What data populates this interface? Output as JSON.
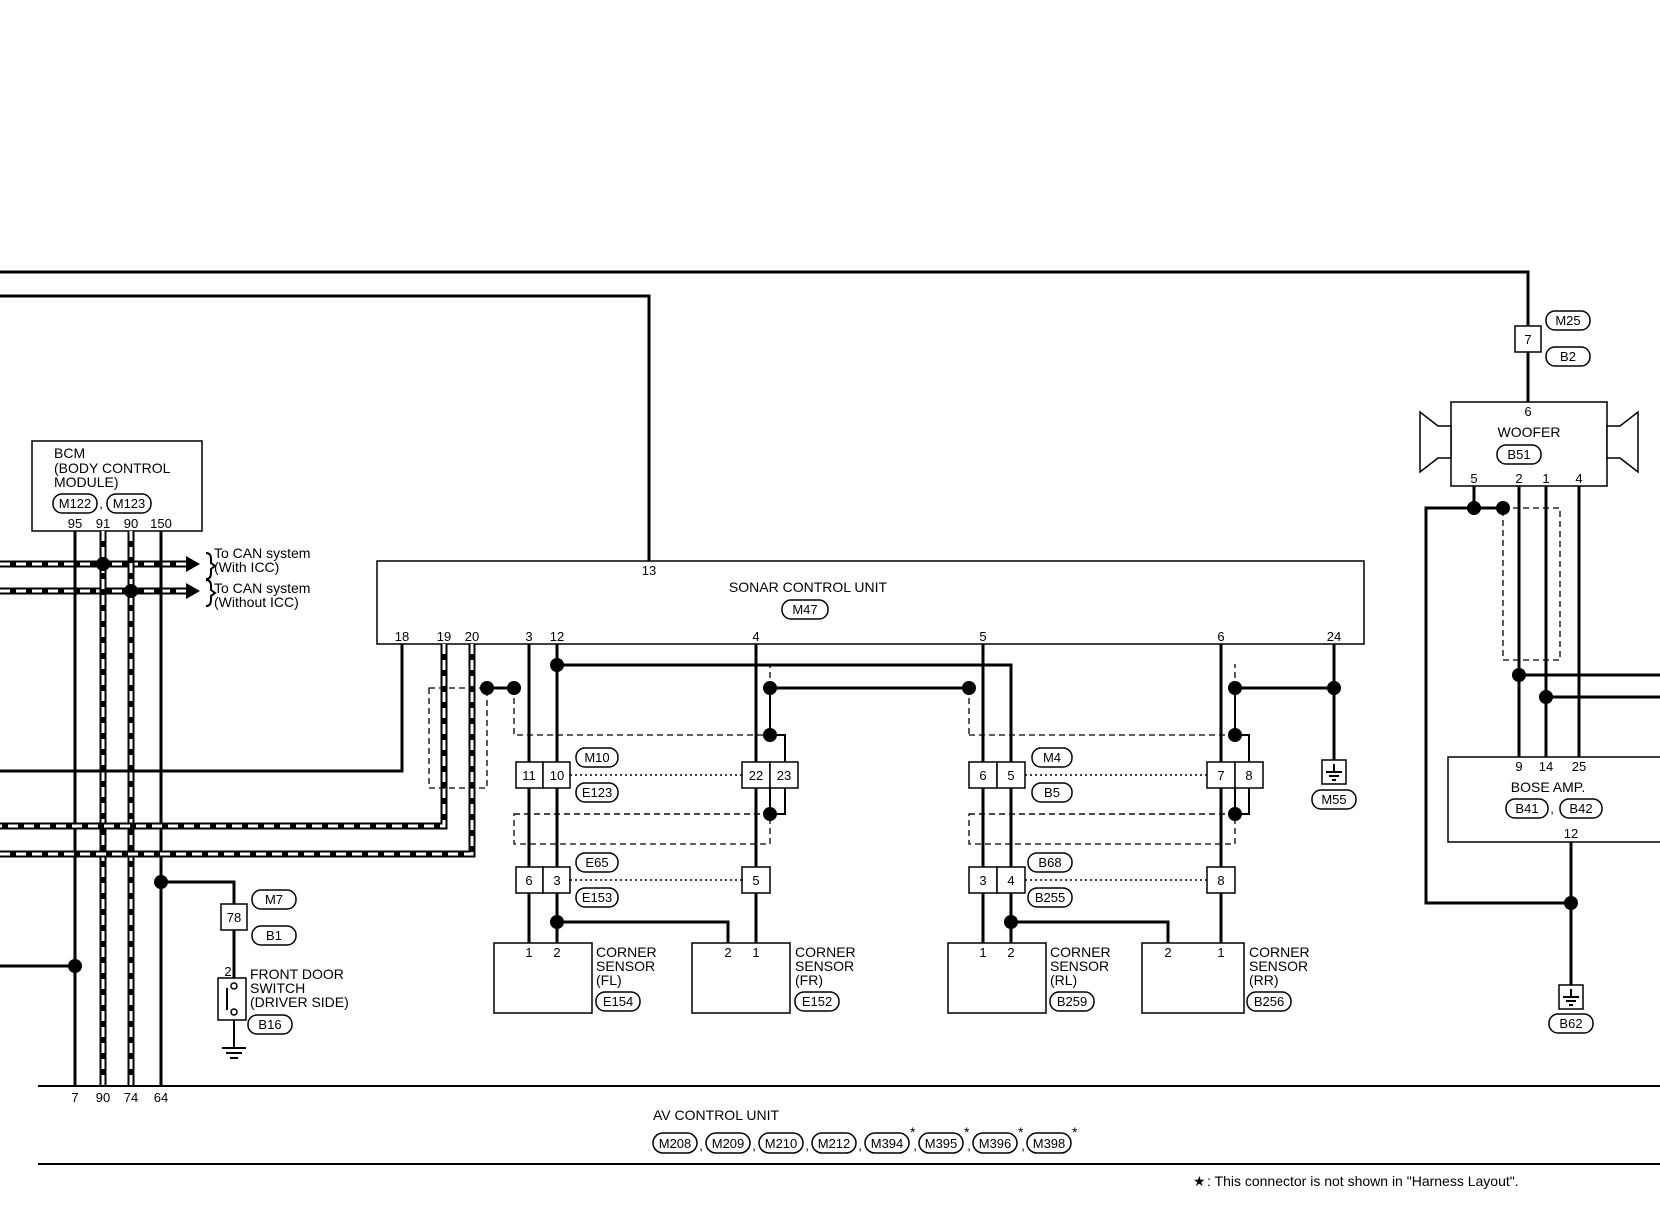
{
  "bcm": {
    "title_lines": [
      "BCM",
      "(BODY CONTROL",
      " MODULE)"
    ],
    "connectors": [
      "M122",
      "M123"
    ],
    "pins": [
      "95",
      "91",
      "90",
      "150"
    ]
  },
  "can": {
    "arrow1_lines": [
      "To CAN system",
      "(With ICC)"
    ],
    "arrow2_lines": [
      "To CAN system",
      "(Without ICC)"
    ]
  },
  "sonar": {
    "title": "SONAR CONTROL UNIT",
    "connector": "M47",
    "top_pin": "13",
    "bottom_pins": [
      "18",
      "19",
      "20",
      "3",
      "12",
      "4",
      "5",
      "6",
      "24"
    ]
  },
  "joint_connectors": {
    "a": {
      "pins": [
        "11",
        "10"
      ],
      "connectors": [
        "M10",
        "E123"
      ]
    },
    "b": {
      "pins": [
        "22",
        "23"
      ]
    },
    "c": {
      "pins": [
        "6",
        "5"
      ],
      "connectors": [
        "M4",
        "B5"
      ]
    },
    "d": {
      "pins": [
        "7",
        "8"
      ]
    },
    "e": {
      "pins": [
        "6",
        "3"
      ],
      "connectors": [
        "E65",
        "E153"
      ]
    },
    "f": {
      "pins": [
        "5"
      ]
    },
    "g": {
      "pins": [
        "3",
        "4"
      ],
      "connectors": [
        "B68",
        "B255"
      ]
    },
    "h": {
      "pins": [
        "8"
      ]
    },
    "m25": {
      "pins": [
        "7"
      ],
      "connectors": [
        "M25",
        "B2"
      ]
    },
    "m7": {
      "pins": [
        "78"
      ],
      "connectors": [
        "M7",
        "B1"
      ]
    }
  },
  "sensors": [
    {
      "lines": [
        "CORNER",
        "SENSOR",
        "(FL)"
      ],
      "connector": "E154",
      "pins": [
        "1",
        "2"
      ]
    },
    {
      "lines": [
        "CORNER",
        "SENSOR",
        "(FR)"
      ],
      "connector": "E152",
      "pins": [
        "2",
        "1"
      ]
    },
    {
      "lines": [
        "CORNER",
        "SENSOR",
        "(RL)"
      ],
      "connector": "B259",
      "pins": [
        "1",
        "2"
      ]
    },
    {
      "lines": [
        "CORNER",
        "SENSOR",
        "(RR)"
      ],
      "connector": "B256",
      "pins": [
        "2",
        "1"
      ]
    }
  ],
  "grounds": {
    "m55": "M55",
    "b62": "B62"
  },
  "woofer": {
    "title": "WOOFER",
    "connector": "B51",
    "top_pin": "6",
    "bottom_pins": [
      "5",
      "2",
      "1",
      "4"
    ]
  },
  "bose": {
    "title": "BOSE AMP.",
    "connectors": [
      "B41",
      "B42"
    ],
    "top_pins": [
      "9",
      "14",
      "25"
    ],
    "bottom_pin": "12"
  },
  "door_switch": {
    "pin": "2",
    "lines": [
      "FRONT DOOR",
      "SWITCH",
      "(DRIVER SIDE)"
    ],
    "connector": "B16"
  },
  "av": {
    "title": "AV CONTROL UNIT",
    "pins": [
      "7",
      "90",
      "74",
      "64"
    ],
    "connectors": [
      "M208",
      "M209",
      "M210",
      "M212",
      "M394",
      "M395",
      "M396",
      "M398"
    ],
    "star": "*",
    "separator": ","
  },
  "footnote": {
    "star": "★",
    "text": ": This connector is not shown in \"Harness Layout\"."
  }
}
